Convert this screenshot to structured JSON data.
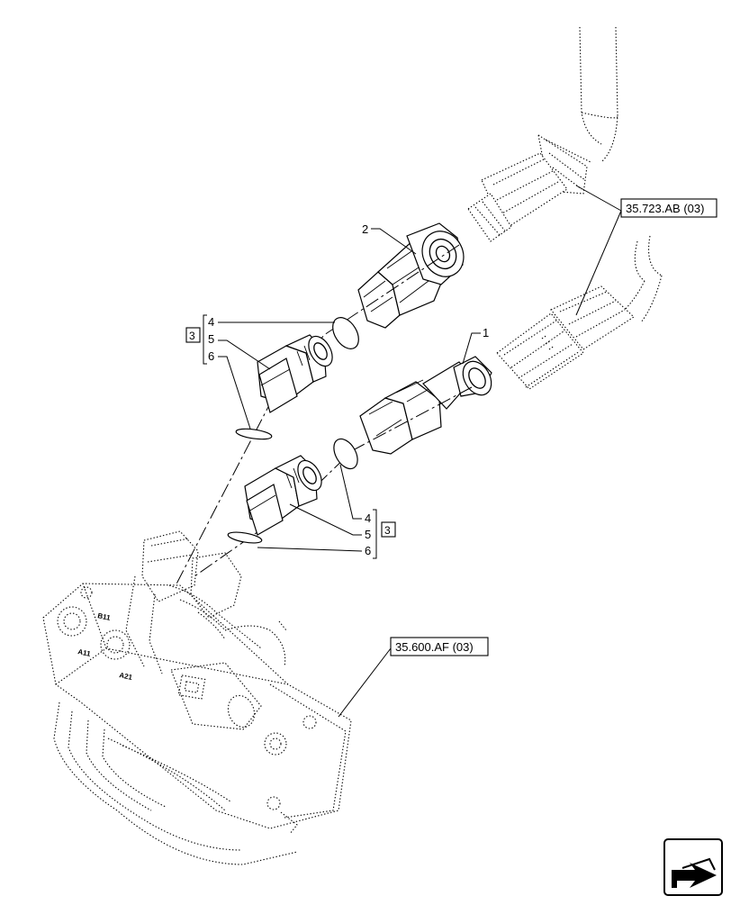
{
  "callouts": {
    "item_1": "1",
    "item_2": "2",
    "upper_group": {
      "items": [
        "4",
        "5",
        "6"
      ],
      "kit": "3"
    },
    "lower_group": {
      "items": [
        "4",
        "5",
        "6"
      ],
      "kit": "3"
    }
  },
  "references": {
    "upper_ref": "35.723.AB (03)",
    "lower_ref": "35.600.AF (03)"
  },
  "valve_markings": [
    "B11",
    "A11",
    "A21"
  ],
  "nav": {
    "icon": "arrow-navigation-icon"
  }
}
